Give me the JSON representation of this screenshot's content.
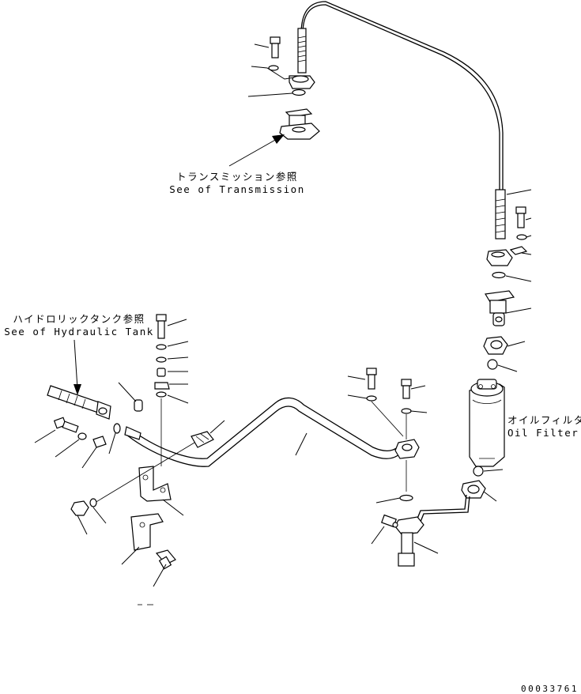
{
  "callouts": {
    "transmission": {
      "ja": "トランスミッション参照",
      "en": "See of Transmission"
    },
    "hydraulic_tank": {
      "ja": "ハイドロリックタンク参照",
      "en": "See of Hydraulic Tank"
    },
    "oil_filter": {
      "ja": "オイルフィルタ",
      "en": "Oil Filter"
    }
  },
  "drawing_number": "00033761"
}
